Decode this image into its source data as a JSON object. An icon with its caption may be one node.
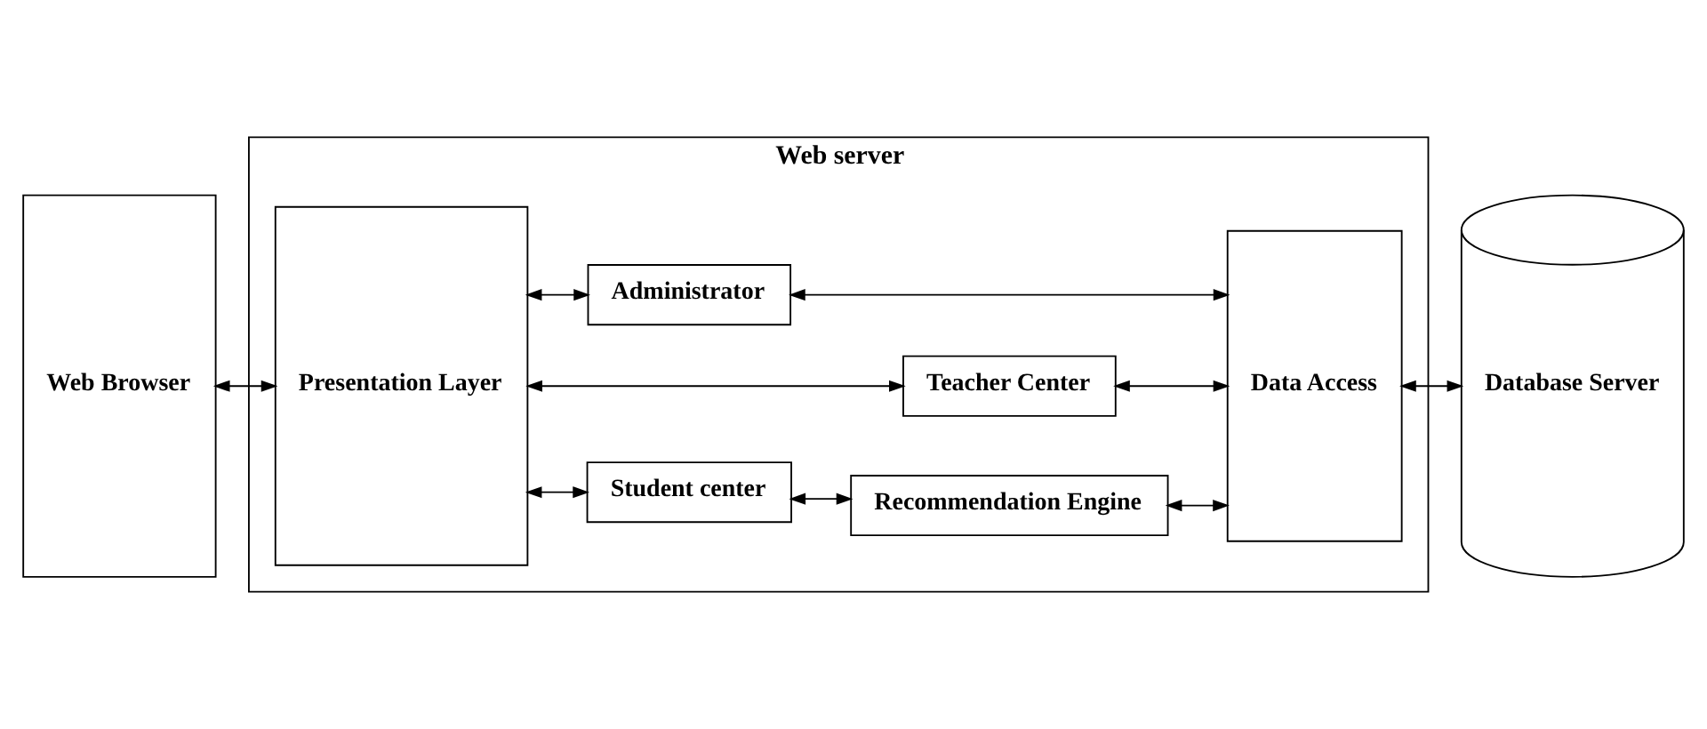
{
  "diagram": {
    "nodes": [
      {
        "text": [
          "Web Browser"
        ]
      },
      {
        "text": [
          "Web server"
        ]
      },
      {
        "text": [
          "Presentation Layer"
        ],
        "in": 1
      },
      {
        "text": [
          "Student center"
        ],
        "in": 1
      },
      {
        "text": [
          "Recommendation Engine"
        ],
        "in": 1
      },
      {
        "text": [
          "Teacher Center"
        ],
        "in": 1
      },
      {
        "text": [
          "Administrator"
        ],
        "in": 1
      },
      {
        "text": [
          "Data Access"
        ],
        "in": 1
      },
      {
        "text": [
          "Database Server"
        ]
      }
    ],
    "edges": [
      {
        "from": 0,
        "to": 2,
        "arrow": "both"
      },
      {
        "from": 2,
        "to": 3,
        "arrow": "both"
      },
      {
        "from": 3,
        "to": 4,
        "arrow": "both"
      },
      {
        "from": 4,
        "to": 7,
        "arrow": "both"
      },
      {
        "from": 2,
        "to": 5,
        "arrow": "both"
      },
      {
        "from": 5,
        "to": 7,
        "arrow": "both"
      },
      {
        "from": 2,
        "to": 6,
        "arrow": "both"
      },
      {
        "from": 6,
        "to": 7,
        "arrow": "both"
      },
      {
        "from": 7,
        "to": 8,
        "arrow": "both"
      }
    ]
  }
}
